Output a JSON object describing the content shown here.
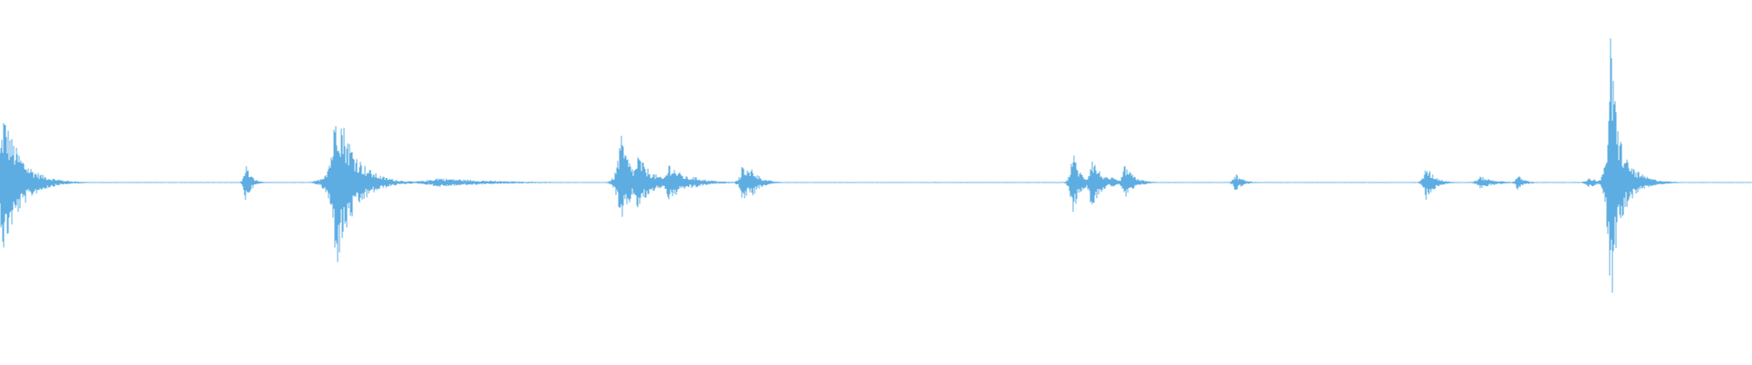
{
  "waveform": {
    "color": "#5dade2",
    "amplitude_scale": 1.0,
    "bursts": [
      {
        "t": 0.002,
        "peak": 0.45,
        "decay": 0.01
      },
      {
        "t": 0.008,
        "peak": 0.1,
        "decay": 0.01
      },
      {
        "t": 0.14,
        "peak": 0.14,
        "decay": 0.003
      },
      {
        "t": 0.192,
        "peak": 0.55,
        "decay": 0.01
      },
      {
        "t": 0.2,
        "peak": 0.12,
        "decay": 0.006
      },
      {
        "t": 0.25,
        "peak": 0.03,
        "decay": 0.03
      },
      {
        "t": 0.354,
        "peak": 0.32,
        "decay": 0.006
      },
      {
        "t": 0.364,
        "peak": 0.18,
        "decay": 0.008
      },
      {
        "t": 0.382,
        "peak": 0.13,
        "decay": 0.008
      },
      {
        "t": 0.395,
        "peak": 0.04,
        "decay": 0.01
      },
      {
        "t": 0.424,
        "peak": 0.14,
        "decay": 0.005
      },
      {
        "t": 0.429,
        "peak": 0.1,
        "decay": 0.005
      },
      {
        "t": 0.612,
        "peak": 0.22,
        "decay": 0.004
      },
      {
        "t": 0.623,
        "peak": 0.18,
        "decay": 0.005
      },
      {
        "t": 0.634,
        "peak": 0.04,
        "decay": 0.004
      },
      {
        "t": 0.642,
        "peak": 0.12,
        "decay": 0.005
      },
      {
        "t": 0.705,
        "peak": 0.06,
        "decay": 0.004
      },
      {
        "t": 0.814,
        "peak": 0.11,
        "decay": 0.005
      },
      {
        "t": 0.845,
        "peak": 0.04,
        "decay": 0.008
      },
      {
        "t": 0.866,
        "peak": 0.05,
        "decay": 0.004
      },
      {
        "t": 0.907,
        "peak": 0.03,
        "decay": 0.008
      },
      {
        "t": 0.919,
        "peak": 0.95,
        "decay": 0.005
      },
      {
        "t": 0.923,
        "peak": 0.3,
        "decay": 0.008
      }
    ]
  }
}
